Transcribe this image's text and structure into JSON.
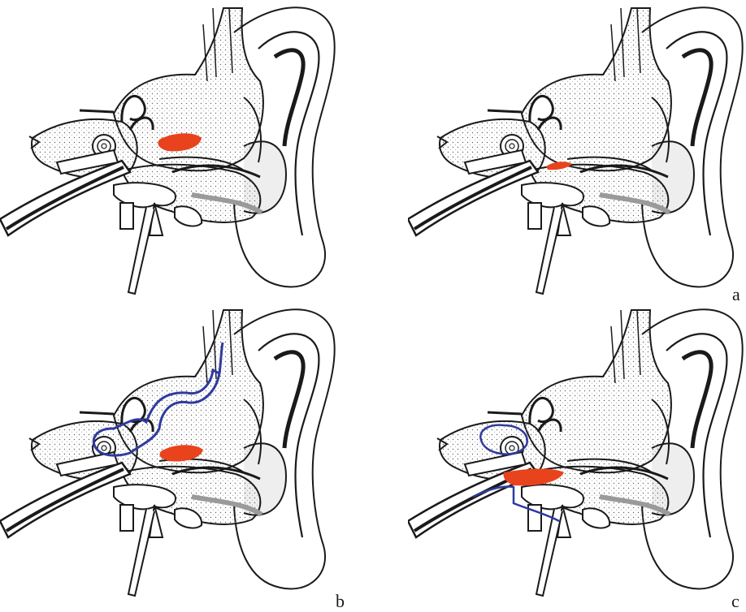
{
  "labels": {
    "a": "a",
    "b": "b",
    "c": "c"
  },
  "colors": {
    "ink": "#1a1a1a",
    "highlight": "#e8431c",
    "outline": "#2f3aa0",
    "shade": "#9a9a9a"
  },
  "panels": [
    {
      "id": "top-left",
      "highlight": "middle-ear-large",
      "outline": "none"
    },
    {
      "id": "top-right",
      "highlight": "middle-ear-small",
      "outline": "none"
    },
    {
      "id": "bottom-left",
      "highlight": "middle-ear-large",
      "outline": "upper"
    },
    {
      "id": "bottom-right",
      "highlight": "middle-ear-lower",
      "outline": "lower"
    }
  ]
}
